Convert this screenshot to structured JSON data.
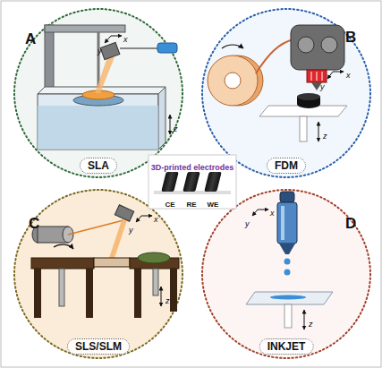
{
  "diagram": {
    "nodes": [
      {
        "text": [
          "A",
          "SLA"
        ]
      },
      {
        "text": [
          "B",
          "FDM"
        ]
      },
      {
        "text": [
          "CE"
        ]
      },
      {
        "text": [
          "RE"
        ]
      },
      {
        "text": [
          "WE"
        ]
      },
      {
        "text": [
          "C",
          "SLS/SLM"
        ]
      },
      {
        "text": [
          "D",
          "INKJET"
        ]
      }
    ],
    "labels": [
      "3D-printed electrodes",
      "x",
      "y",
      "z",
      "x",
      "y",
      "z",
      "x",
      "y",
      "z",
      "x",
      "y",
      "z"
    ]
  }
}
